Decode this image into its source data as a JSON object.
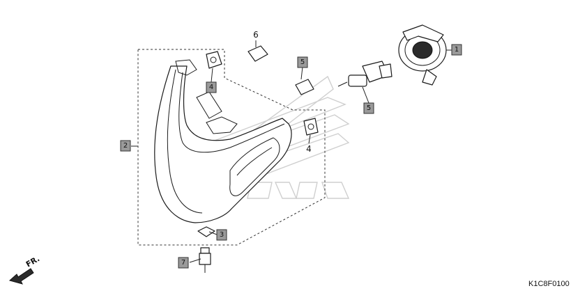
{
  "callouts": {
    "c1": "1",
    "c2": "2",
    "c3": "3",
    "c4_box": "4",
    "c4_plain": "4",
    "c5_box": "5",
    "c5_top": "5",
    "c6_plain": "6",
    "c7": "7"
  },
  "orientation_label": "FR.",
  "diagram_code": "K1C8F0100",
  "colors": {
    "callout_fill": "#9a9a9a",
    "line": "#1a1a1a",
    "watermark": "#cfcfcf"
  }
}
